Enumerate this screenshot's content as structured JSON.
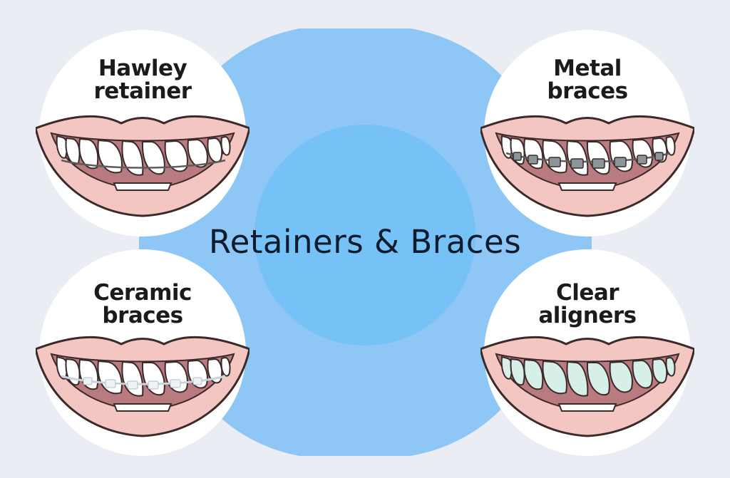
{
  "title": "Retainers & Braces",
  "colors": {
    "background": "#eaedf3",
    "outer_circle": "#8ec6f6",
    "inner_circle": "#72c0f5",
    "lip": "#f4c6c2",
    "lip_outline": "#3a2a2a",
    "tooth": "#ffffff",
    "aligner_tint": "#d6efe8",
    "bracket": "#8d959c"
  },
  "items": [
    {
      "name": "hawley-retainer",
      "line1": "Hawley",
      "line2": "retainer",
      "appliance": "wire"
    },
    {
      "name": "metal-braces",
      "line1": "Metal",
      "line2": "braces",
      "appliance": "metal-brackets"
    },
    {
      "name": "ceramic-braces",
      "line1": "Ceramic",
      "line2": "braces",
      "appliance": "clear-brackets"
    },
    {
      "name": "clear-aligners",
      "line1": "Clear",
      "line2": "aligners",
      "appliance": "aligner-tray"
    }
  ]
}
